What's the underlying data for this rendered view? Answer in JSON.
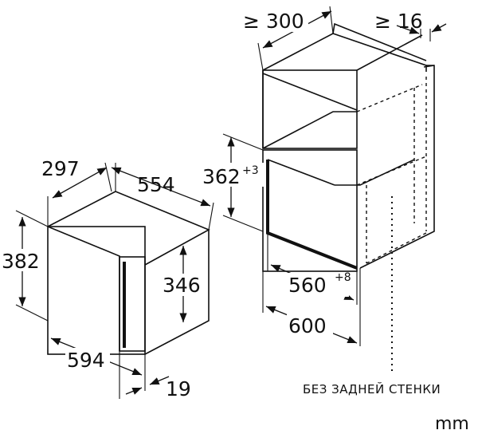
{
  "oven_dimensions": {
    "depth": "297",
    "width_top": "554",
    "height_outer": "382",
    "height_inner": "346",
    "width_front": "594",
    "front_thickness": "19"
  },
  "niche_dimensions": {
    "depth_min": "≥ 300",
    "gap_min": "≥ 16",
    "height": "362",
    "height_tolerance": "+3",
    "width": "560",
    "width_tolerance": "+8",
    "cabinet_width": "600"
  },
  "note": "БЕЗ ЗАДНЕЙ СТЕНКИ",
  "unit": "mm"
}
